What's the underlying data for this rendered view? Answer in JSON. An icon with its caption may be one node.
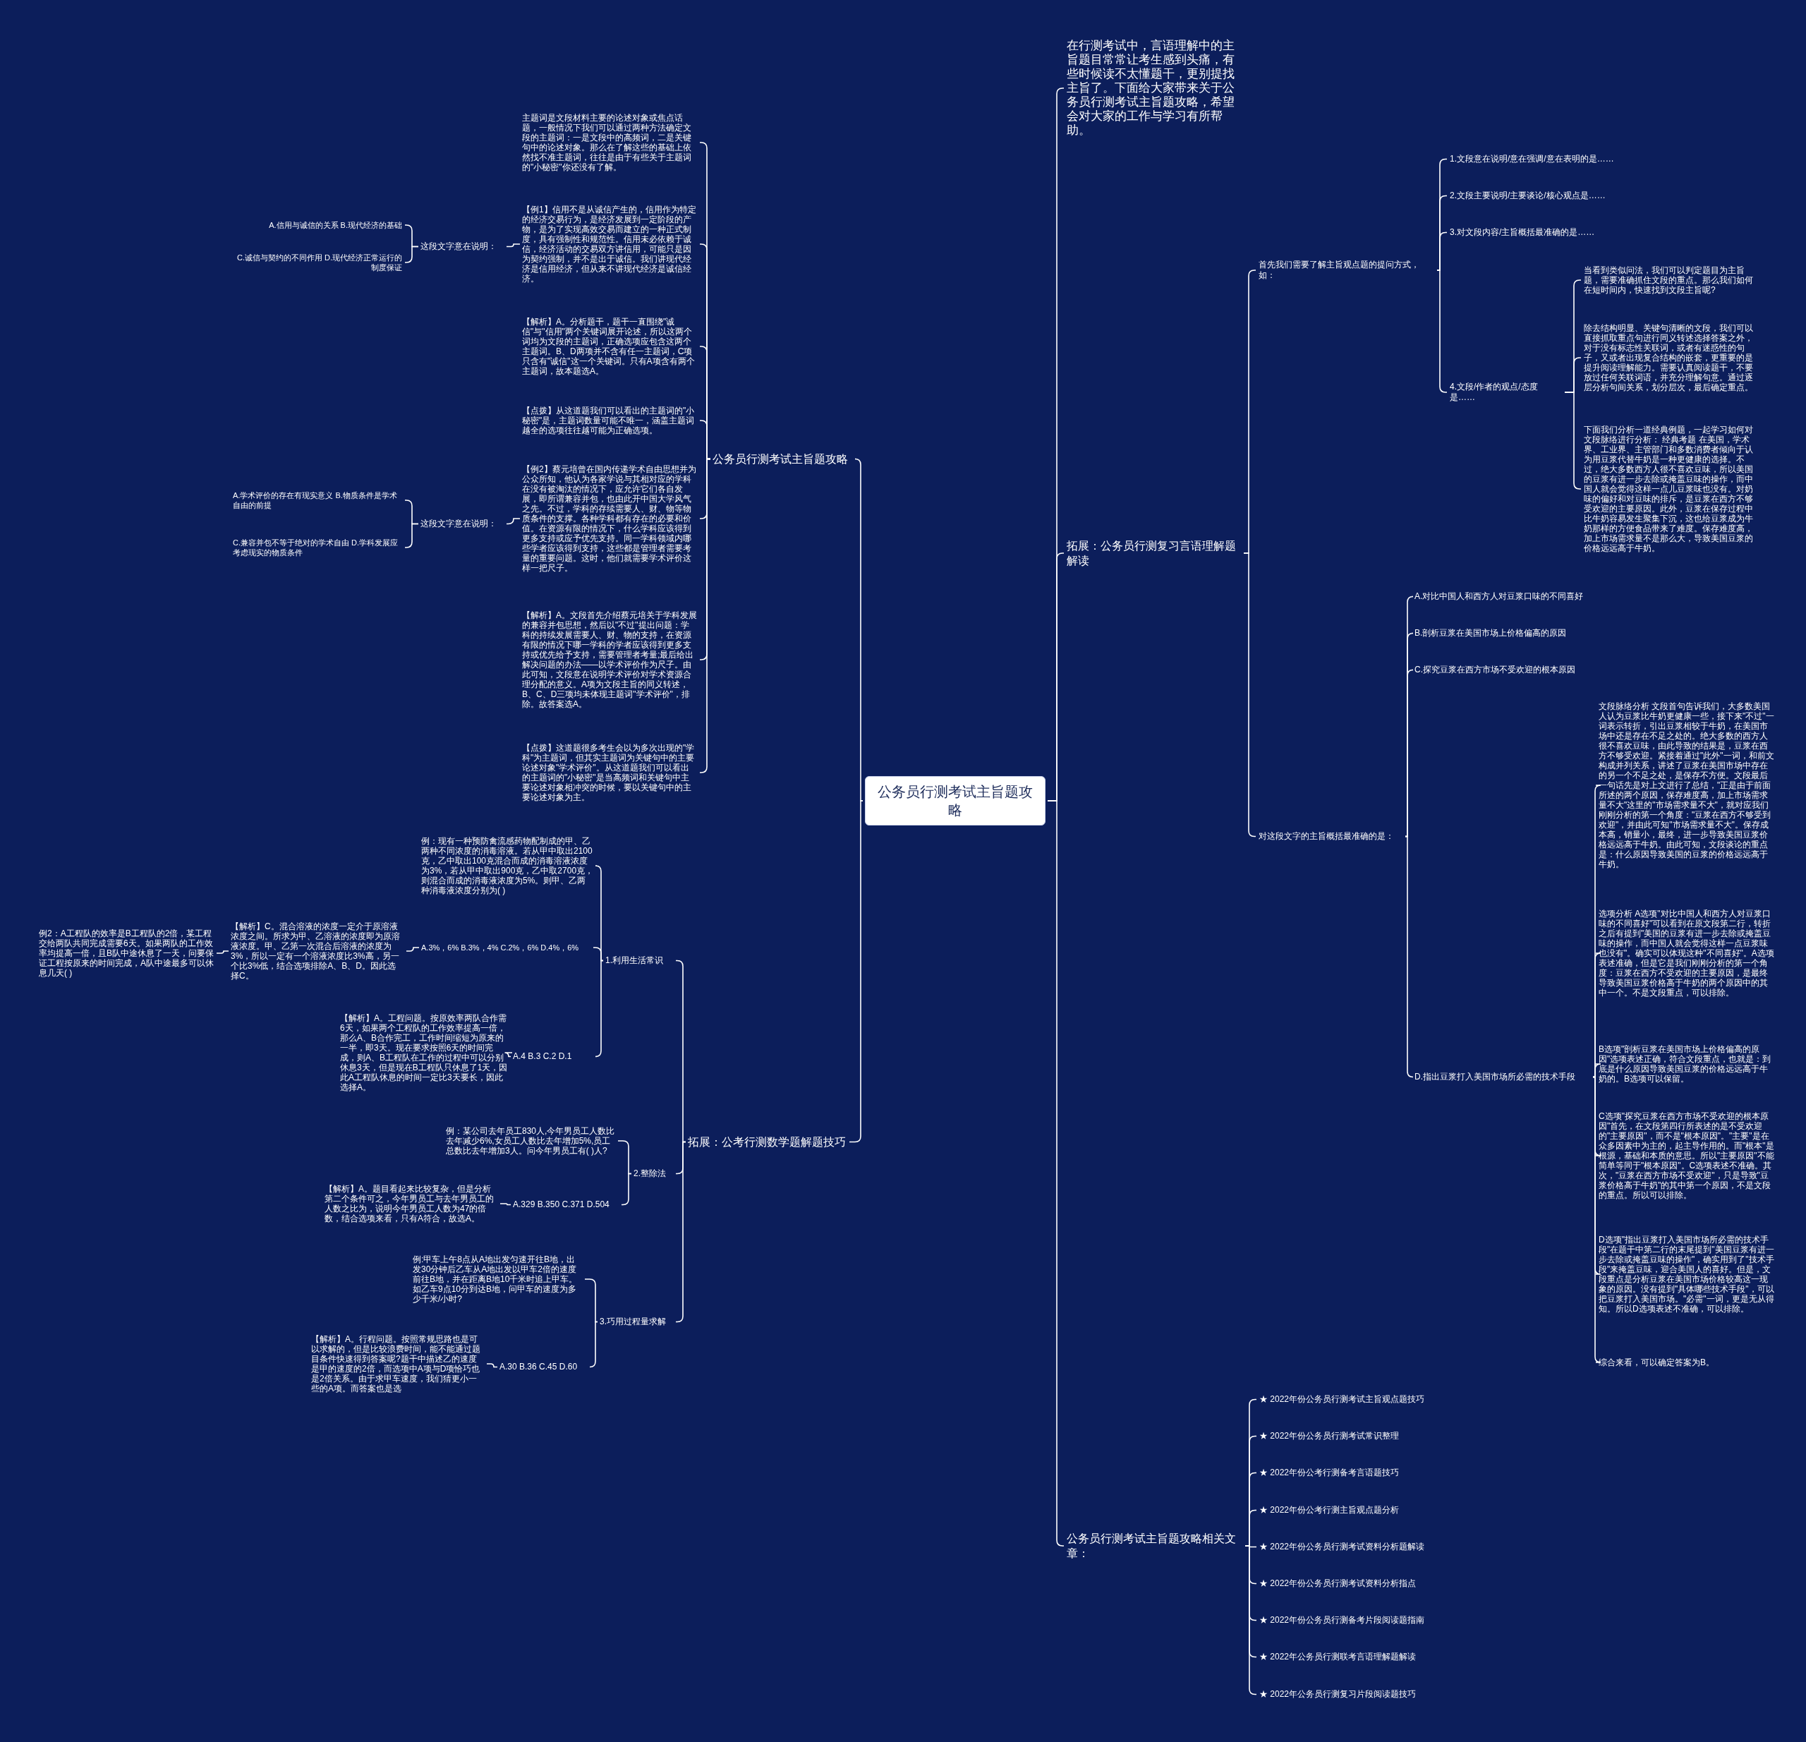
{
  "diagram": {
    "nodes": [
      {
        "text": [
          "公务员行测考试主旨题攻略"
        ]
      },
      {
        "text": [
          "公务员行测考试主旨题攻略"
        ]
      },
      {
        "text": [
          "主题词是文段材料主要的论述对象或焦点话题，一般情况下我们可以通过两种方法确定文段的主题词：一是文段中的高频词，二是关键句中的论述对象。那么在了解这些的基础上依然找不准主题词，往往是由于有些关于主题词的\"小秘密\"你还没有了解。"
        ]
      },
      {
        "text": [
          "【例1】信用不是从诚信产生的，信用作为特定的经济交易行为，是经济发展到一定阶段的产物，是为了实现高效交易而建立的一种正式制度，具有强制性和规范性。信用未必依赖于诚信，经济活动的交易双方讲信用，可能只是因为契约强制，并不是出于诚信。我们讲现代经济是信用经济，但从来不讲现代经济是诚信经济。"
        ]
      },
      {
        "text": [
          "这段文字意在说明："
        ]
      },
      {
        "text": [
          "A.信用与诚信的关系 B.现代经济的基础"
        ]
      },
      {
        "text": [
          "C.诚信与契约的不同作用 D.现代经济正常运行的制度保证"
        ]
      },
      {
        "text": [
          "【解析】A。分析题干，题干一直围绕\"诚信\"与\"信用\"两个关键词展开论述，所以这两个词均为文段的主题词，正确选项应包含这两个主题词。B、D两项并不含有任一主题词，C项只含有\"诚信\"这一个关键词。只有A项含有两个主题词，故本题选A。"
        ]
      },
      {
        "text": [
          "【点拨】从这道题我们可以看出的主题词的\"小秘密\"是，主题词数量可能不唯一，涵盖主题词越全的选项往往越可能为正确选项。"
        ]
      },
      {
        "text": [
          "【例2】蔡元培曾在国内传递学术自由思想并为公众所知，他认为各家学说与其相对应的学科在没有被淘汰的情况下，应允许它们各自发展，即所谓兼容并包，也由此开中国大学风气之先。不过，学科的存续需要人、财、物等物质条件的支撑。各种学科都有存在的必要和价值。在资源有限的情况下，什么学科应该得到更多支持或应予优先支持。同一学科领域内哪些学者应该得到支持，这些都是管理者需要考量的重要问题。这时，他们就需要学术评价这样一把尺子。"
        ]
      },
      {
        "text": [
          "这段文字意在说明："
        ]
      },
      {
        "text": [
          "A.学术评价的存在有现实意义 B.物质条件是学术自由的前提"
        ]
      },
      {
        "text": [
          "C.兼容并包不等于绝对的学术自由 D.学科发展应考虑现实的物质条件"
        ]
      },
      {
        "text": [
          "【解析】A。文段首先介绍蔡元培关于学科发展的兼容并包思想，然后以\"不过\"提出问题：学科的持续发展需要人、财、物的支持，在资源有限的情况下哪一学科的学者应该得到更多支持或优先给予支持，需要管理者考量;最后给出解决问题的办法——以学术评价作为尺子。由此可知，文段意在说明学术评价对学术资源合理分配的意义。A项为文段主旨的同义转述，B、C、D三项均未体现主题词\"学术评价\"，排除。故答案选A。"
        ]
      },
      {
        "text": [
          "【点拨】这道题很多考生会以为多次出现的\"学科\"为主题词，但其实主题词为关键句中的主要论述对象\"学术评价\"。从这道题我们可以看出的主题词的\"小秘密\"是当高频词和关键句中主要论述对象相冲突的时候，要以关键句中的主要论述对象为主。"
        ]
      },
      {
        "text": [
          "拓展：公考行测数学题解题技巧"
        ]
      },
      {
        "text": [
          "1.利用生活常识"
        ]
      },
      {
        "text": [
          "例：现有一种预防禽流感药物配制成的甲、乙两种不同浓度的消毒溶液。若从甲中取出2100克，乙中取出100克混合而成的消毒溶液浓度为3%，若从甲中取出900克，乙中取2700克，则混合而成的消毒液浓度为5%。则甲、乙两种消毒液浓度分别为( )"
        ]
      },
      {
        "text": [
          "A.3%，6% B.3%，4% C.2%，6% D.4%，6%"
        ]
      },
      {
        "text": [
          "【解析】C。混合溶液的浓度一定介于原溶液浓度之间。所求为甲、乙溶液的浓度即为原溶液浓度。甲、乙第一次混合后溶液的浓度为3%，所以一定有一个溶液浓度比3%高，另一个比3%低，结合选项排除A、B、D。因此选择C。"
        ]
      },
      {
        "text": [
          "例2：A工程队的效率是B工程队的2倍，某工程交给两队共同完成需要6天。如果两队的工作效率均提高一倍，且B队中途休息了一天，问要保证工程按原来的时间完成，A队中途最多可以休息几天( )"
        ]
      },
      {
        "text": [
          "A.4 B.3 C.2 D.1"
        ]
      },
      {
        "text": [
          "【解析】A。工程问题。按原效率两队合作需6天，如果两个工程队的工作效率提高一倍，那么A、B合作完工，工作时间缩短为原来的一半，即3天。现在要求按照6天的时间完成，则A、B工程队在工作的过程中可以分别休息3天，但是现在B工程队只休息了1天，因此A工程队休息的时间一定比3天要长，因此选择A。"
        ]
      },
      {
        "text": [
          "2.整除法"
        ]
      },
      {
        "text": [
          "例：某公司去年员工830人,今年男员工人数比去年减少6%,女员工人数比去年增加5%,员工总数比去年增加3人。问今年男员工有( )人?"
        ]
      },
      {
        "text": [
          "A.329 B.350 C.371 D.504"
        ]
      },
      {
        "text": [
          "【解析】A。题目看起来比较复杂，但是分析第二个条件可之，今年男员工与去年男员工的人数之比为，说明今年男员工人数为47的倍数，结合选项来看，只有A符合，故选A。"
        ]
      },
      {
        "text": [
          "3.巧用过程量求解"
        ]
      },
      {
        "text": [
          "例:甲车上午8点从A地出发匀速开往B地，出发30分钟后乙车从A地出发以甲车2倍的速度前往B地，并在距离B地10千米时追上甲车。如乙车9点10分到达B地，问甲车的速度为多少千米/小时?"
        ]
      },
      {
        "text": [
          "A.30 B.36 C.45 D.60"
        ]
      },
      {
        "text": [
          "【解析】A。行程问题。按照常规思路也是可以求解的，但是比较浪费时间，能不能通过题目条件快速得到答案呢?题干中描述乙的速度是甲的速度的2倍，而选项中A项与D项恰巧也是2倍关系。由于求甲车速度，我们猜更小一些的A项。而答案也是选"
        ]
      },
      {
        "text": [
          "在行测考试中，言语理解中的主旨题目常常让考生感到头痛，有些时候读不太懂题干，更别提找主旨了。下面给大家带来关于公务员行测考试主旨题攻略，希望会对大家的工作与学习有所帮助。"
        ]
      },
      {
        "text": [
          "拓展：公务员行测复习言语理解题解读"
        ]
      },
      {
        "text": [
          "首先我们需要了解主旨观点题的提问方式，如："
        ]
      },
      {
        "text": [
          "1.文段意在说明/意在强调/意在表明的是……"
        ]
      },
      {
        "text": [
          "2.文段主要说明/主要谈论/核心观点是……"
        ]
      },
      {
        "text": [
          "3.对文段内容/主旨概括最准确的是……"
        ]
      },
      {
        "text": [
          "4.文段/作者的观点/态度是……"
        ]
      },
      {
        "text": [
          "当看到类似问法，我们可以判定题目为主旨题，需要准确抓住文段的重点。那么我们如何在短时间内，快速找到文段主旨呢?"
        ]
      },
      {
        "text": [
          "除去结构明显、关键句清晰的文段，我们可以直接抓取重点句进行同义转述选择答案之外，对于没有标志性关联词，或者有迷惑性的句子，又或者出现复合结构的嵌套，更重要的是提升阅读理解能力。需要认真阅读题干，不要放过任何关联词语，并充分理解句意。通过逐层分析句间关系，划分层次，最后确定重点。"
        ]
      },
      {
        "text": [
          "下面我们分析一道经典例题，一起学习如何对文段脉络进行分析： 经典考题 在美国，学术界、工业界、主管部门和多数消费者倾向于认为用豆浆代替牛奶是一种更健康的选择。不过，绝大多数西方人很不喜欢豆味，所以美国的豆浆有进一步去除或掩盖豆味的操作，而中国人就会觉得这样一点儿豆浆味也没有。对奶味的偏好和对豆味的排斥，是豆浆在西方不够受欢迎的主要原因。此外，豆浆在保存过程中比牛奶容易发生聚集下沉，这也给豆浆成为牛奶那样的方便食品带来了难度。保存难度高，加上市场需求量不是那么大，导致美国豆浆的价格远远高于牛奶。"
        ]
      },
      {
        "text": [
          "对这段文字的主旨概括最准确的是："
        ]
      },
      {
        "text": [
          "A.对比中国人和西方人对豆浆口味的不同喜好"
        ]
      },
      {
        "text": [
          "B.剖析豆浆在美国市场上价格偏高的原因"
        ]
      },
      {
        "text": [
          "C.探究豆浆在西方市场不受欢迎的根本原因"
        ]
      },
      {
        "text": [
          "D.指出豆浆打入美国市场所必需的技术手段"
        ]
      },
      {
        "text": [
          "文段脉络分析 文段首句告诉我们，大多数美国人认为豆浆比牛奶更健康一些，接下来\"不过\"一词表示转折，引出豆浆相较于牛奶，在美国市场中还是存在不足之处的。绝大多数的西方人很不喜欢豆味，由此导致的结果是，豆浆在西方不够受欢迎。紧接着通过\"此外\"一词，和前文构成并列关系，讲述了豆浆在美国市场中存在的另一个不足之处，是保存不方便。文段最后一句话先是对上文进行了总结，\"正是由于前面所述的两个原因，保存难度高，加上市场需求量不大\"这里的\"市场需求量不大\"，就对应我们刚刚分析的第一个角度：\"豆浆在西方不够受到欢迎\"，并由此可知\"市场需求量不大\"。保存成本高，销量小，最终，进一步导致美国豆浆价格远远高于牛奶。由此可知，文段谈论的重点是：什么原因导致美国的豆浆的价格远远高于牛奶。"
        ]
      },
      {
        "text": [
          "选项分析 A选项\"对比中国人和西方人对豆浆口味的不同喜好\"可以看到在原文段第二行，转折之后有提到\"美国的豆浆有进一步去除或掩盖豆味的操作，而中国人就会觉得这样一点豆浆味也没有\"。确实可以体现这种\"不同喜好\"。A选项表述准确，但是它是我们刚刚分析的第一个角度：豆浆在西方不受欢迎的主要原因，是最终导致美国豆浆价格高于牛奶的两个原因中的其中一个。不是文段重点，可以排除。"
        ]
      },
      {
        "text": [
          "B选项\"剖析豆浆在美国市场上价格偏高的原因\"选项表述正确，符合文段重点，也就是：到底是什么原因导致美国豆浆的价格远远高于牛奶的。B选项可以保留。"
        ]
      },
      {
        "text": [
          "C选项\"探究豆浆在西方市场不受欢迎的根本原因\"首先，在文段第四行所表述的是不受欢迎的\"主要原因\"，而不是\"根本原因\"。\"主要\"是在众多因素中为主的，起主导作用的。而\"根本\"是根源，基础和本质的意思。所以\"主要原因\"不能简单等同于\"根本原因\"。C选项表述不准确。其次，\"豆浆在西方市场不受欢迎\"，只是导致\"豆浆价格高于牛奶\"的其中第一个原因，不是文段的重点。所以可以排除。"
        ]
      },
      {
        "text": [
          "D选项\"指出豆浆打入美国市场所必需的技术手段\"在题干中第二行的末尾提到\"美国豆浆有进一步去除或掩盖豆味的操作\"，确实用到了\"技术手段\"来掩盖豆味，迎合美国人的喜好。但是，文段重点是分析豆浆在美国市场价格较高这一现象的原因。没有提到\"具体哪些技术手段\"，可以把豆浆打入美国市场。\"必需\"一词，更是无从得知。所以D选项表述不准确，可以排除。"
        ]
      },
      {
        "text": [
          "综合来看，可以确定答案为B。"
        ]
      },
      {
        "text": [
          "公务员行测考试主旨题攻略相关文章："
        ]
      },
      {
        "text": [
          "★ 2022年份公务员行测考试主旨观点题技巧"
        ]
      },
      {
        "text": [
          "★ 2022年份公务员行测考试常识整理"
        ]
      },
      {
        "text": [
          "★ 2022年份公考行测备考言语题技巧"
        ]
      },
      {
        "text": [
          "★ 2022年份公考行测主旨观点题分析"
        ]
      },
      {
        "text": [
          "★ 2022年份公务员行测考试资料分析题解读"
        ]
      },
      {
        "text": [
          "★ 2022年份公务员行测考试资料分析指点"
        ]
      },
      {
        "text": [
          "★ 2022年份公务员行测备考片段阅读题指南"
        ]
      },
      {
        "text": [
          "★ 2022年公务员行测联考言语理解题解读"
        ]
      },
      {
        "text": [
          "★ 2022年公务员行测复习片段阅读题技巧"
        ]
      }
    ],
    "edges": [
      {
        "from": 0,
        "to": 1,
        "arrow": "none"
      },
      {
        "from": 1,
        "to": 2,
        "arrow": "none"
      },
      {
        "from": 1,
        "to": 3,
        "arrow": "none"
      },
      {
        "from": 3,
        "to": 4,
        "arrow": "none"
      },
      {
        "from": 4,
        "to": 5,
        "arrow": "none"
      },
      {
        "from": 4,
        "to": 6,
        "arrow": "none"
      },
      {
        "from": 1,
        "to": 7,
        "arrow": "none"
      },
      {
        "from": 1,
        "to": 8,
        "arrow": "none"
      },
      {
        "from": 1,
        "to": 9,
        "arrow": "none"
      },
      {
        "from": 9,
        "to": 10,
        "arrow": "none"
      },
      {
        "from": 10,
        "to": 11,
        "arrow": "none"
      },
      {
        "from": 10,
        "to": 12,
        "arrow": "none"
      },
      {
        "from": 1,
        "to": 13,
        "arrow": "none"
      },
      {
        "from": 1,
        "to": 14,
        "arrow": "none"
      },
      {
        "from": 0,
        "to": 15,
        "arrow": "none"
      },
      {
        "from": 15,
        "to": 16,
        "arrow": "none"
      },
      {
        "from": 16,
        "to": 17,
        "arrow": "none"
      },
      {
        "from": 16,
        "to": 18,
        "arrow": "none"
      },
      {
        "from": 18,
        "to": 19,
        "arrow": "none"
      },
      {
        "from": 19,
        "to": 20,
        "arrow": "none"
      },
      {
        "from": 16,
        "to": 21,
        "arrow": "none"
      },
      {
        "from": 21,
        "to": 22,
        "arrow": "none"
      },
      {
        "from": 15,
        "to": 23,
        "arrow": "none"
      },
      {
        "from": 23,
        "to": 24,
        "arrow": "none"
      },
      {
        "from": 23,
        "to": 25,
        "arrow": "none"
      },
      {
        "from": 25,
        "to": 26,
        "arrow": "none"
      },
      {
        "from": 15,
        "to": 27,
        "arrow": "none"
      },
      {
        "from": 27,
        "to": 28,
        "arrow": "none"
      },
      {
        "from": 27,
        "to": 29,
        "arrow": "none"
      },
      {
        "from": 29,
        "to": 30,
        "arrow": "none"
      },
      {
        "from": 0,
        "to": 31,
        "arrow": "none"
      },
      {
        "from": 0,
        "to": 32,
        "arrow": "none"
      },
      {
        "from": 32,
        "to": 33,
        "arrow": "none"
      },
      {
        "from": 33,
        "to": 34,
        "arrow": "none"
      },
      {
        "from": 33,
        "to": 35,
        "arrow": "none"
      },
      {
        "from": 33,
        "to": 36,
        "arrow": "none"
      },
      {
        "from": 33,
        "to": 37,
        "arrow": "none"
      },
      {
        "from": 37,
        "to": 38,
        "arrow": "none"
      },
      {
        "from": 37,
        "to": 39,
        "arrow": "none"
      },
      {
        "from": 37,
        "to": 40,
        "arrow": "none"
      },
      {
        "from": 32,
        "to": 41,
        "arrow": "none"
      },
      {
        "from": 41,
        "to": 42,
        "arrow": "none"
      },
      {
        "from": 41,
        "to": 43,
        "arrow": "none"
      },
      {
        "from": 41,
        "to": 44,
        "arrow": "none"
      },
      {
        "from": 41,
        "to": 45,
        "arrow": "none"
      },
      {
        "from": 45,
        "to": 46,
        "arrow": "none"
      },
      {
        "from": 45,
        "to": 47,
        "arrow": "none"
      },
      {
        "from": 45,
        "to": 48,
        "arrow": "none"
      },
      {
        "from": 45,
        "to": 49,
        "arrow": "none"
      },
      {
        "from": 45,
        "to": 50,
        "arrow": "none"
      },
      {
        "from": 45,
        "to": 51,
        "arrow": "none"
      },
      {
        "from": 0,
        "to": 52,
        "arrow": "none"
      },
      {
        "from": 52,
        "to": 53,
        "arrow": "none"
      },
      {
        "from": 52,
        "to": 54,
        "arrow": "none"
      },
      {
        "from": 52,
        "to": 55,
        "arrow": "none"
      },
      {
        "from": 52,
        "to": 56,
        "arrow": "none"
      },
      {
        "from": 52,
        "to": 57,
        "arrow": "none"
      },
      {
        "from": 52,
        "to": 58,
        "arrow": "none"
      },
      {
        "from": 52,
        "to": 59,
        "arrow": "none"
      },
      {
        "from": 52,
        "to": 60,
        "arrow": "none"
      },
      {
        "from": 52,
        "to": 61,
        "arrow": "none"
      }
    ]
  }
}
